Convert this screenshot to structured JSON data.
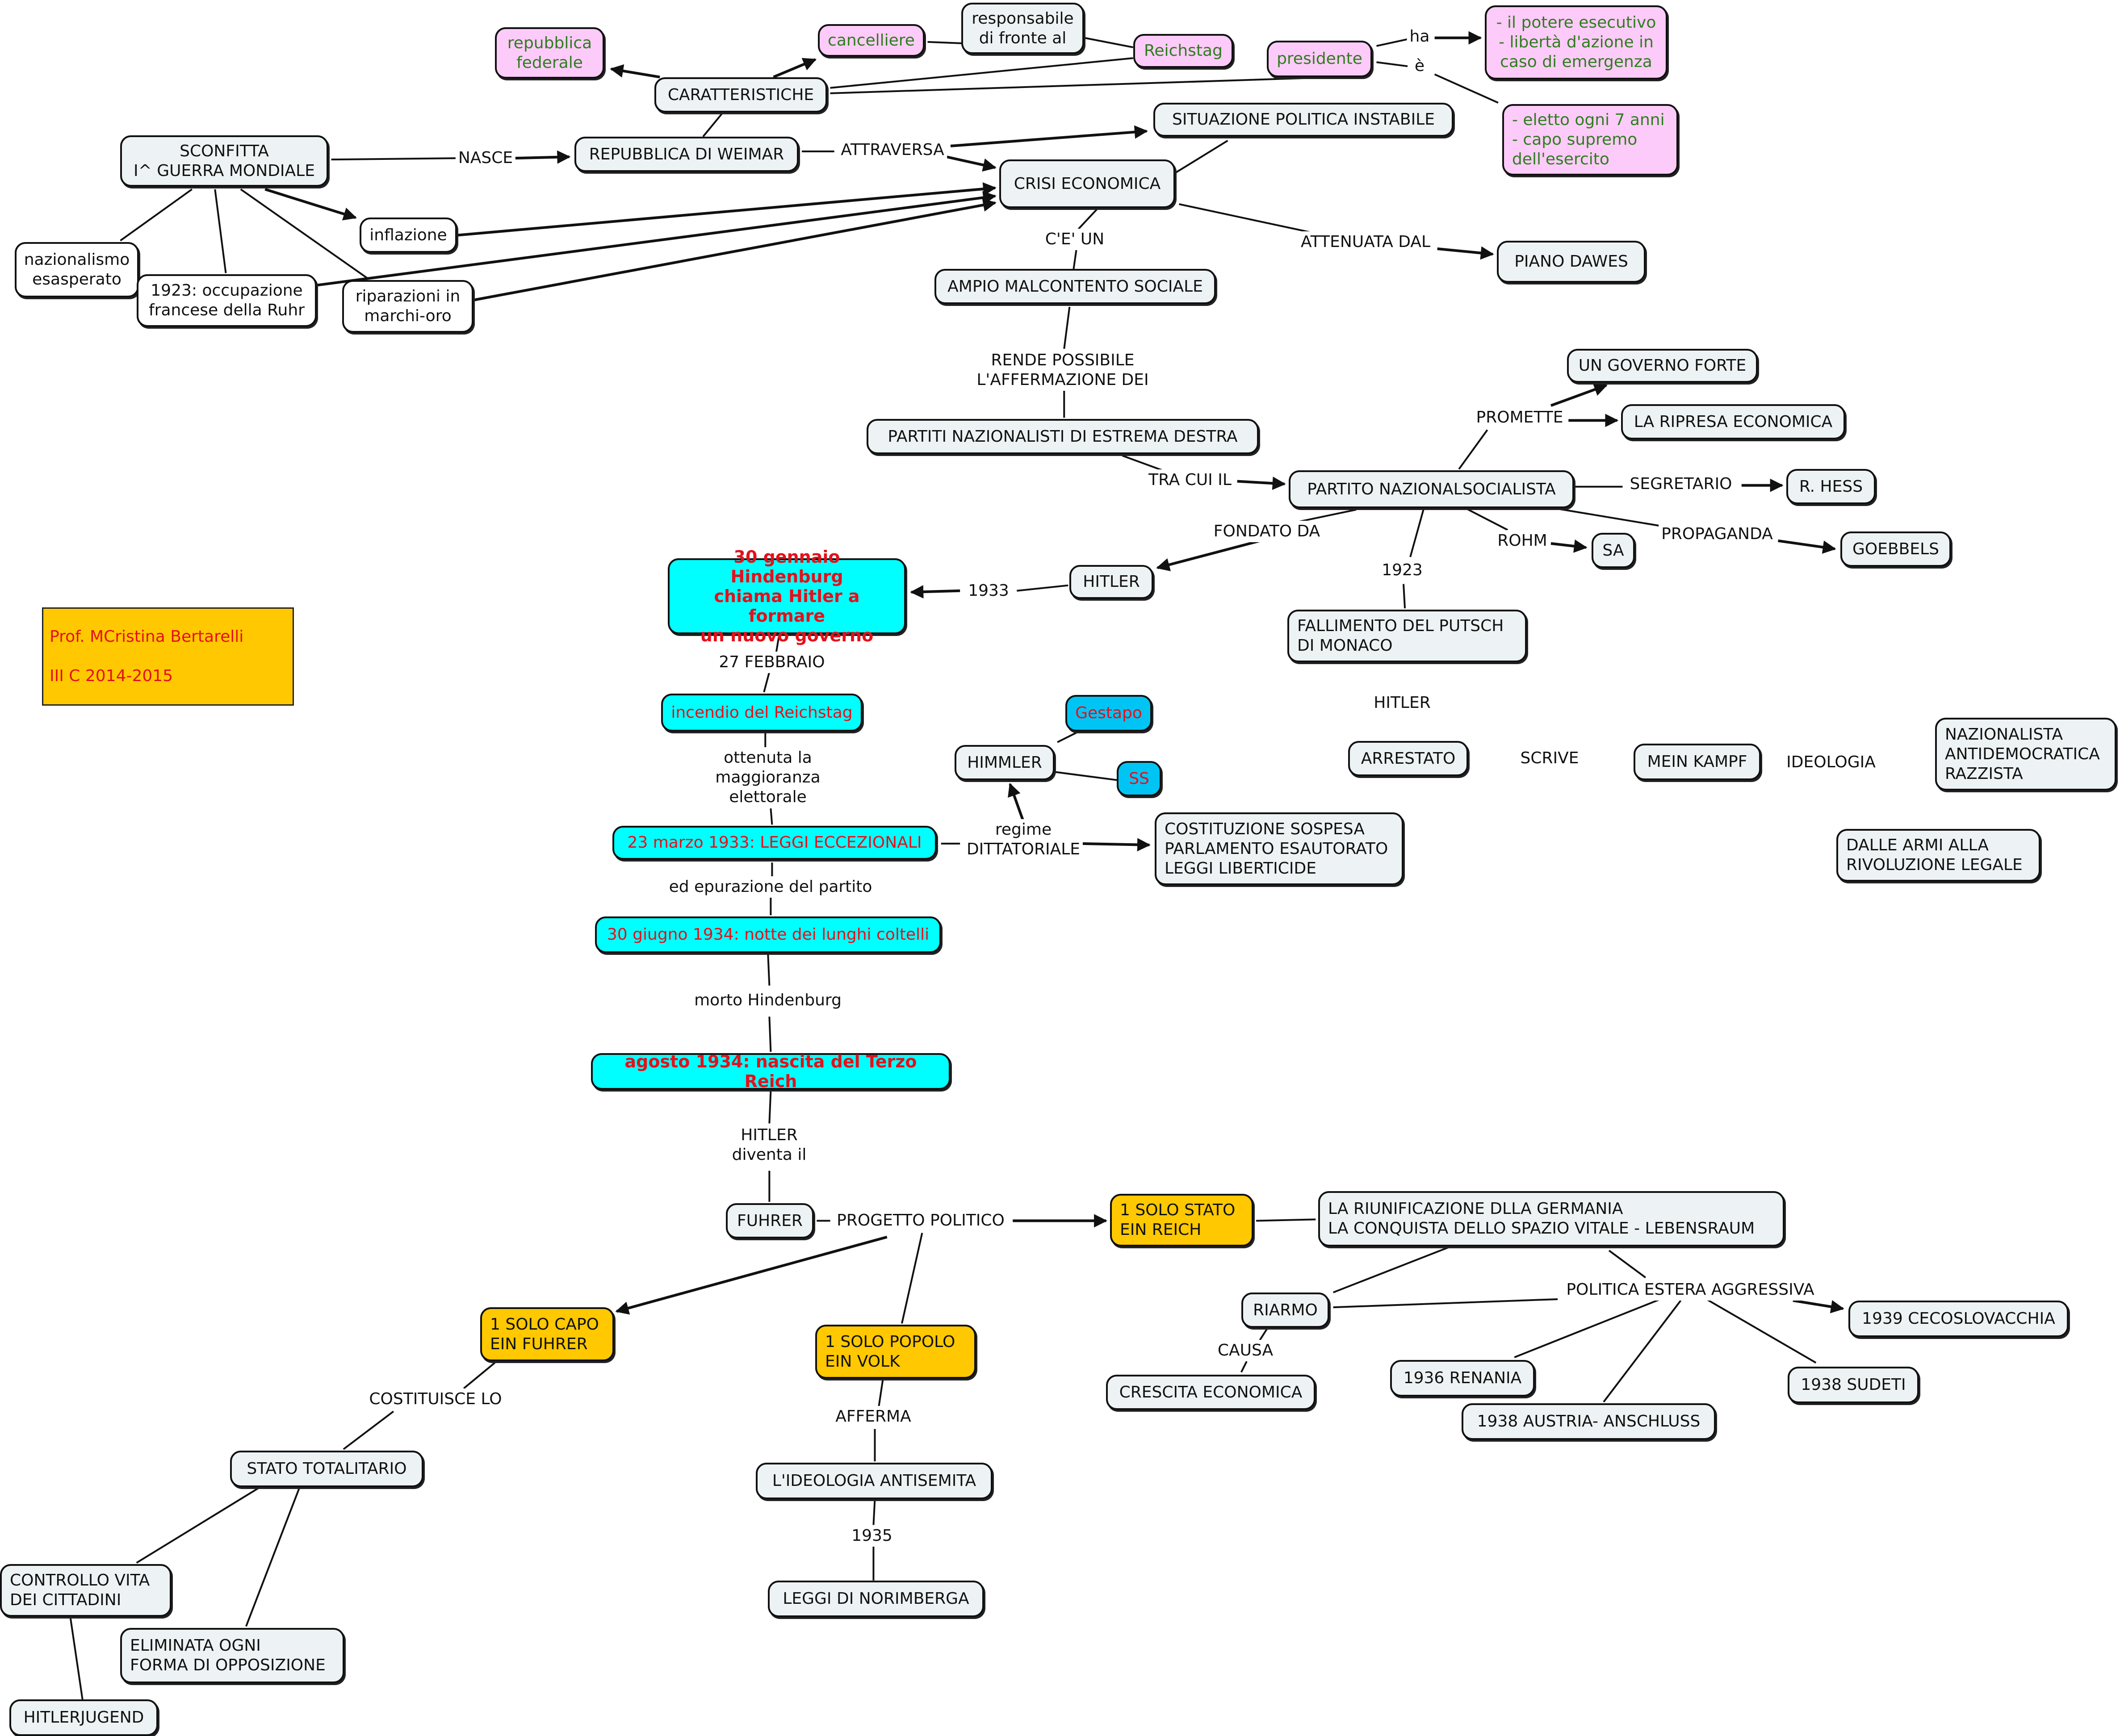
{
  "diagram": {
    "type": "concept-map",
    "topic": "Germania: dalla Repubblica di Weimar al Terzo Reich",
    "credit": {
      "line1": "Prof. MCristina Bertarelli",
      "line2": "III C 2014-2015"
    },
    "colors": {
      "default_node": "#edf3f4",
      "pink_node": "#fdcbf9",
      "pink_text": "#2e7d1e",
      "cyan_node": "#00ffff",
      "cyan_text": "#e4101a",
      "blue_node": "#00c4f4",
      "gold_node": "#ffc800",
      "line": "#111111"
    },
    "nodes": {
      "sconfitta": "SCONFITTA\nI^ GUERRA MONDIALE",
      "weimar": "REPUBBLICA DI WEIMAR",
      "caratteristiche": "CARATTERISTICHE",
      "repfederale": "repubblica\nfederale",
      "cancelliere": "cancelliere",
      "responsabile": "responsabile\ndi fronte al",
      "reichstag": "Reichstag",
      "presidente": "presidente",
      "poteri": "- il potere esecutivo\n- libertà d'azione in\ncaso di emergenza",
      "eletto": "- eletto ogni 7 anni\n- capo supremo\n dell'esercito",
      "situazione": "SITUAZIONE POLITICA INSTABILE",
      "crisi": "CRISI ECONOMICA",
      "inflazione": "inflazione",
      "nazionalismo": "nazionalismo\nesasperato",
      "ruhr": "1923: occupazione\nfrancese della Ruhr",
      "riparazioni": "riparazioni in\nmarchi-oro",
      "dawes": "PIANO DAWES",
      "malcontento": "AMPIO MALCONTENTO SOCIALE",
      "partiti": "PARTITI NAZIONALISTI DI ESTREMA DESTRA",
      "governo": "UN GOVERNO FORTE",
      "ripresa": "LA RIPRESA ECONOMICA",
      "nsdap": "PARTITO NAZIONALSOCIALISTA",
      "hess": "R. HESS",
      "sa": "SA",
      "goebbels": "GOEBBELS",
      "hitler": "HITLER",
      "gennaio": "30 gennaio  Hindenburg\nchiama Hitler a formare\nun nuovo governo",
      "putsch": "FALLIMENTO DEL PUTSCH\nDI MONACO",
      "arrestato": "ARRESTATO",
      "meinkampf": "MEIN KAMPF",
      "ideologia_res": "NAZIONALISTA\nANTIDEMOCRATICA\nRAZZISTA",
      "armi": "DALLE ARMI ALLA\nRIVOLUZIONE LEGALE",
      "incendio": "incendio del Reichstag",
      "gestapo": "Gestapo",
      "himmler": "HIMMLER",
      "ss": "SS",
      "leggi": "23 marzo 1933: LEGGI ECCEZIONALI",
      "costituzione": "COSTITUZIONE SOSPESA\nPARLAMENTO ESAUTORATO\nLEGGI LIBERTICIDE",
      "coltelli": "30 giugno 1934: notte dei lunghi coltelli",
      "terzoreich": "agosto 1934: nascita del Terzo Reich",
      "fuhrer": "FUHRER",
      "solostato": "1 SOLO STATO\nEIN REICH",
      "riunificazione": "LA RIUNIFICAZIONE DLLA GERMANIA\nLA CONQUISTA DELLO SPAZIO VITALE - LEBENSRAUM",
      "riarmo": "RIARMO",
      "crescita": "CRESCITA ECONOMICA",
      "renania": "1936 RENANIA",
      "austria": "1938 AUSTRIA- ANSCHLUSS",
      "sudeti": "1938 SUDETI",
      "cecoslovacchia": "1939 CECOSLOVACCHIA",
      "solocapo": "1 SOLO CAPO\nEIN FUHRER",
      "solopopolo": "1 SOLO POPOLO\nEIN VOLK",
      "totalitario": "STATO TOTALITARIO",
      "controllo": "CONTROLLO VITA\nDEI CITTADINI",
      "eliminata": "ELIMINATA OGNI\nFORMA DI OPPOSIZIONE",
      "hitlerjugend": "HITLERJUGEND",
      "antisemita": "L'IDEOLOGIA ANTISEMITA",
      "norimberga": "LEGGI DI NORIMBERGA"
    },
    "labels": {
      "nasce": "NASCE",
      "attraversa": "ATTRAVERSA",
      "ha": "ha",
      "e": "è",
      "ce_un": "C'E' UN",
      "attenuata": "ATTENUATA DAL",
      "rende": "RENDE POSSIBILE\nL'AFFERMAZIONE DEI",
      "tracui": "TRA CUI IL",
      "promette": "PROMETTE",
      "segretario": "SEGRETARIO",
      "fondato": "FONDATO DA",
      "rohm": "ROHM",
      "propaganda": "PROPAGANDA",
      "l1933": "1933",
      "l1923": "1923",
      "hitler_lbl": "HITLER",
      "scrive": "SCRIVE",
      "ideologia": "IDEOLOGIA",
      "febbraio": "27 FEBBRAIO",
      "ottenuta": "ottenuta la\nmaggioranza\nelettorale",
      "regime": "regime\nDITTATORIALE",
      "epurazione": "ed epurazione del partito",
      "morto": "morto Hindenburg",
      "diventa": "HITLER\ndiventa il",
      "progetto": "PROGETTO POLITICO",
      "politica_estera": "POLITICA ESTERA AGGRESSIVA",
      "causa": "CAUSA",
      "costituisce": "COSTITUISCE LO",
      "afferma": "AFFERMA",
      "l1935": "1935"
    }
  }
}
